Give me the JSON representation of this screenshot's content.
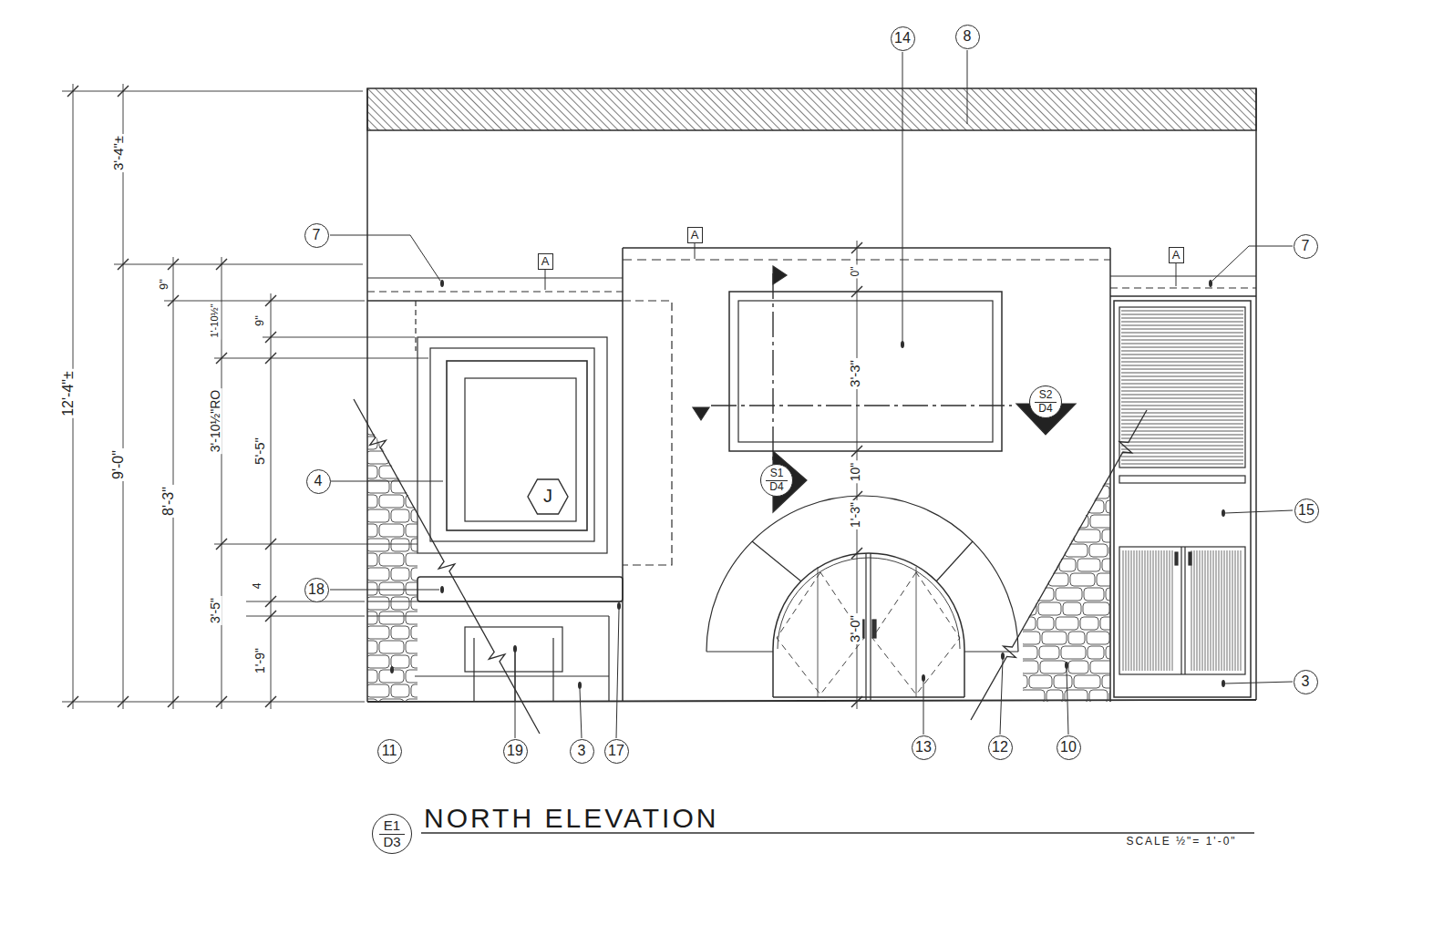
{
  "diagram": {
    "title": "NORTH ELEVATION",
    "nodes": [
      {
        "text": [
          "14"
        ]
      },
      {
        "text": [
          "8"
        ]
      },
      {
        "text": [
          "7"
        ]
      },
      {
        "text": [
          "A"
        ]
      },
      {
        "text": [
          "7"
        ]
      },
      {
        "text": [
          "A"
        ]
      },
      {
        "text": [
          "A"
        ]
      },
      {
        "text": [
          "S2",
          "D4"
        ]
      },
      {
        "text": [
          "S1",
          "D4"
        ]
      },
      {
        "text": [
          "4"
        ]
      },
      {
        "text": [
          "J"
        ]
      },
      {
        "text": [
          "15"
        ]
      },
      {
        "text": [
          "18"
        ]
      },
      {
        "text": [
          "3"
        ]
      },
      {
        "text": [
          "11"
        ]
      },
      {
        "text": [
          "19"
        ]
      },
      {
        "text": [
          "3"
        ]
      },
      {
        "text": [
          "17"
        ]
      },
      {
        "text": [
          "13"
        ]
      },
      {
        "text": [
          "12"
        ]
      },
      {
        "text": [
          "10"
        ]
      },
      {
        "text": [
          "E1",
          "D3"
        ]
      }
    ],
    "labels": [
      "12'-4\"±",
      "3'-4\"±",
      "9'-0\"",
      "9\"",
      "8'-3\"",
      "1'-10½\"",
      "3'-10½\"RO",
      "3'-5\"",
      "9\"",
      "5'-5\"",
      "4",
      "1'-9\"",
      "0\"",
      "3'-3\"",
      "10\"",
      "1'-3\"",
      "3'-0\"",
      "SCALE ½\"= 1'-0\""
    ]
  }
}
